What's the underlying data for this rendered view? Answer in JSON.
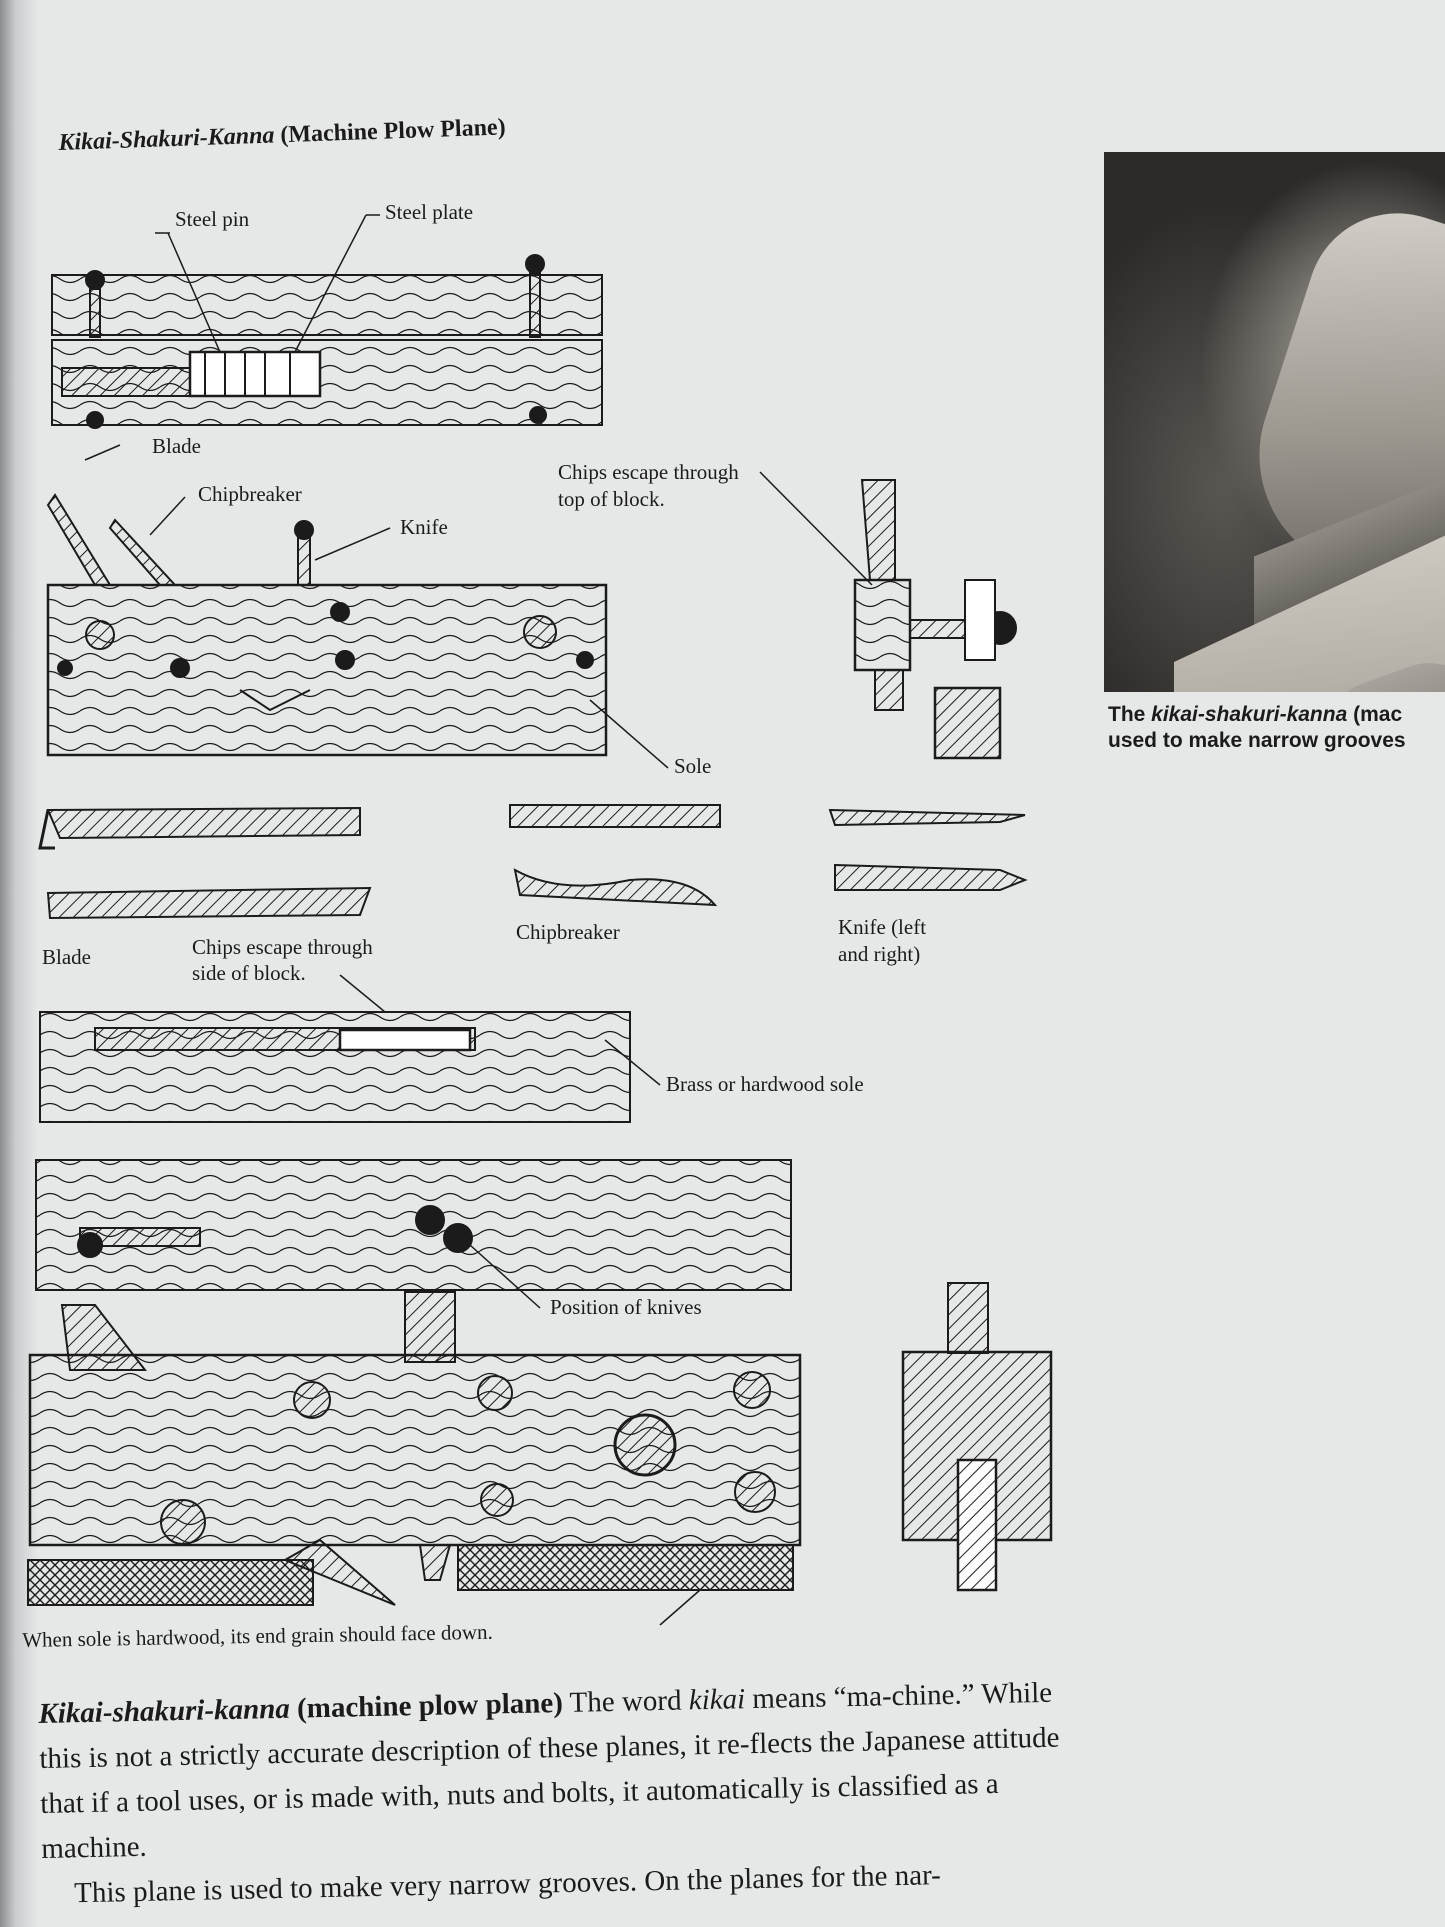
{
  "figure": {
    "title_italic": "Kikai-Shakuri-Kanna",
    "title_rest": " (Machine Plow Plane)"
  },
  "labels": {
    "steel_pin": "Steel pin",
    "steel_plate": "Steel plate",
    "blade_top": "Blade",
    "chipbreaker_top": "Chipbreaker",
    "knife_top": "Knife",
    "chips_top_1": "Chips escape through",
    "chips_top_2": "top of block.",
    "sole": "Sole",
    "blade_parts": "Blade",
    "chipbreaker_parts": "Chipbreaker",
    "knife_parts_1": "Knife (left",
    "knife_parts_2": "and right)",
    "chips_side_1": "Chips escape through",
    "chips_side_2": "side of block.",
    "brass_sole": "Brass or hardwood sole",
    "position_knives": "Position of knives",
    "hardwood_note": "When sole is hardwood, its end grain should face down."
  },
  "photo_caption": {
    "line1_a": "The ",
    "line1_italic": "kikai-shakuri-kanna",
    "line1_b": " (mac",
    "line2": "used to make narrow grooves"
  },
  "body": {
    "term": "Kikai-shakuri-kanna",
    "term_desc": " (machine plow plane)",
    "p1_a": "    The word ",
    "p1_italic": "kikai",
    "p1_b": " means “ma-chine.” While this is not a strictly accurate description of these planes, it re-flects the Japanese attitude that if a tool uses, or is made with, nuts and bolts, it automatically is classified as a machine.",
    "p2": "This plane is used to make very narrow grooves. On the planes for the nar-"
  }
}
